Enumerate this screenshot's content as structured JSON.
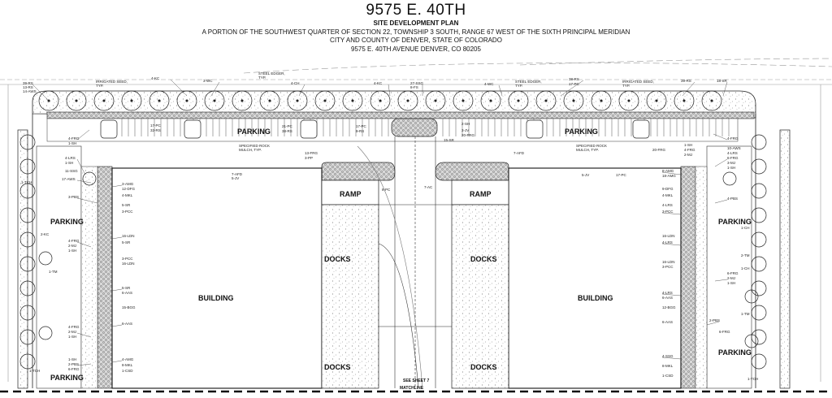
{
  "header": {
    "title": "9575 E. 40TH",
    "subtitle": "SITE DEVELOPMENT PLAN",
    "line1": "A PORTION OF THE SOUTHWEST QUARTER OF SECTION 22, TOWNSHIP 3 SOUTH, RANGE 67 WEST OF THE SIXTH PRINCIPAL MERIDIAN",
    "line2": "CITY AND COUNTY OF DENVER, STATE OF COLORADO",
    "line3": "9575 E. 40TH AVENUE DENVER, CO 80205"
  },
  "labels": {
    "parking": "PARKING",
    "building": "BUILDING",
    "ramp": "RAMP",
    "docks": "DOCKS",
    "see_sheet": "SEE SHEET 7",
    "matchline": "MATCHLINE",
    "irrigated_seed": "IRRIGATED SEED,",
    "steel_edger": "STEEL EDGER,",
    "typ": "TYP.",
    "specified_rock": "SPECIFIED ROCK",
    "mulch_typ": "MULCH, TYP."
  },
  "plant_tags_top": [
    "39-RS",
    "13-RS",
    "14-AWS",
    "4-KC",
    "3-WC",
    "4-CH",
    "4-KC",
    "27-SSG",
    "8-FS",
    "4-WC",
    "38-RS",
    "17-PC",
    "39-RS",
    "18-SR"
  ],
  "plant_tags_left": [
    "4-FRG",
    "1-SH",
    "4-LRS",
    "1-SH",
    "11-SSG",
    "17-AWS",
    "1-TCH",
    "3-PBS",
    "2-KC",
    "4-FRG",
    "2-MJ",
    "1-SH",
    "1-TM",
    "4-FRG",
    "2-MJ",
    "1-SH",
    "1-SH",
    "2-PBS",
    "6-FRG",
    "1-TCH"
  ],
  "plant_tags_building_left": [
    "3-AMG",
    "12-DFG",
    "4-MKL",
    "5-SR",
    "3-PCC",
    "16-LDN",
    "5-SR",
    "3-PCC",
    "16-LDN",
    "5-SR",
    "6-AAS",
    "15-BGG",
    "6-AAS",
    "4-AMG",
    "8-MKL",
    "1-CSD"
  ],
  "plant_tags_building_right": [
    "8-AMG",
    "18-AMG",
    "9-DFG",
    "4-MKL",
    "4-LRS",
    "3-PCC",
    "16-LDN",
    "4-LRS",
    "16-LDN",
    "3-PCC",
    "4-LRS",
    "6-AAS",
    "12-BGG",
    "6-AAS",
    "4-SSG",
    "8-MKL",
    "1-CSD"
  ],
  "plant_tags_right": [
    "4-FRG",
    "10-AWS",
    "4-LRS",
    "6-FRG",
    "3-MJ",
    "1-SH",
    "4-PBS",
    "1-CH",
    "2-TM",
    "1-CH",
    "6-FRG",
    "2-MJ",
    "1-SH",
    "1-TM",
    "2-PBS",
    "6-FRG",
    "1-TCH"
  ],
  "plant_tags_center": [
    "21-PC",
    "38-RS",
    "17-PC",
    "32-RS",
    "13-FRG",
    "3-PP",
    "7-AFD",
    "5-JV",
    "8-PC",
    "7-AC",
    "17-PC",
    "9-RS",
    "15-SR",
    "3-JV",
    "20-FRG",
    "7-AFD",
    "5-JV",
    "17-PC",
    "2-SH",
    "20-FRG",
    "1-SH",
    "4-FRG",
    "2-MJ"
  ]
}
